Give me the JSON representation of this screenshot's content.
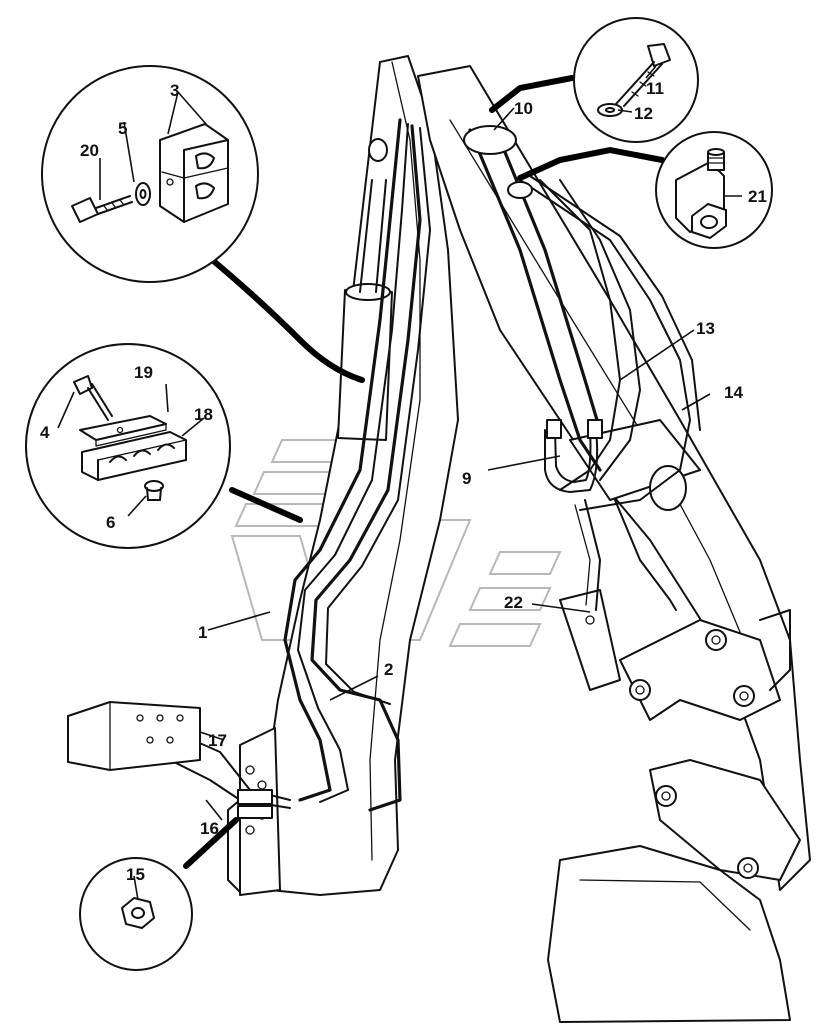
{
  "diagram": {
    "callouts": {
      "c1": "1",
      "c2": "2",
      "c3": "3",
      "c4": "4",
      "c5": "5",
      "c6": "6",
      "c9": "9",
      "c10": "10",
      "c11": "11",
      "c12": "12",
      "c13": "13",
      "c14": "14",
      "c15": "15",
      "c16": "16",
      "c17": "17",
      "c18": "18",
      "c19": "19",
      "c20": "20",
      "c21": "21",
      "c22": "22"
    },
    "detail_views": [
      "bracket-clamp-detail",
      "hose-clip-detail",
      "bolt-washer-detail",
      "elbow-fitting-detail",
      "nut-detail"
    ],
    "line_color": "#111111",
    "watermark_color": "#b8b8b8"
  }
}
